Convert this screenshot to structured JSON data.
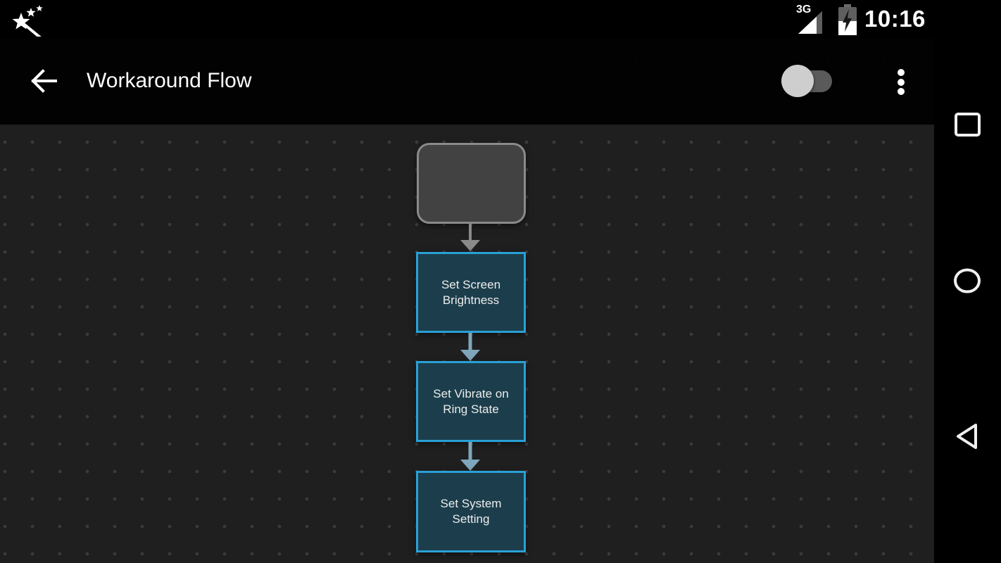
{
  "status_bar": {
    "time": "10:16",
    "network_type": "3G",
    "notification_icon": "magic-wand-icon",
    "battery_state": "charging"
  },
  "toolbar": {
    "title": "Workaround Flow",
    "toggle_state": "off"
  },
  "flow_canvas": {
    "nodes": [
      {
        "type": "trigger",
        "label": ""
      },
      {
        "type": "action",
        "line1": "Set Screen",
        "line2": "Brightness"
      },
      {
        "type": "action",
        "line1": "Set Vibrate on",
        "line2": "Ring State"
      },
      {
        "type": "action",
        "line1": "Set System",
        "line2": "Setting"
      }
    ],
    "colors": {
      "canvas_bg": "#1f1f1f",
      "grid_dot": "#3b3b3b",
      "action_fill": "#1c3e4c",
      "action_border": "#2aa0d6",
      "trigger_fill": "#424242",
      "trigger_border": "#8a8a8a",
      "arrow_gray": "#8a8a8a",
      "arrow_blue": "#7fa7bc"
    }
  },
  "nav_bar": {
    "buttons": [
      "recents",
      "home",
      "back"
    ]
  }
}
